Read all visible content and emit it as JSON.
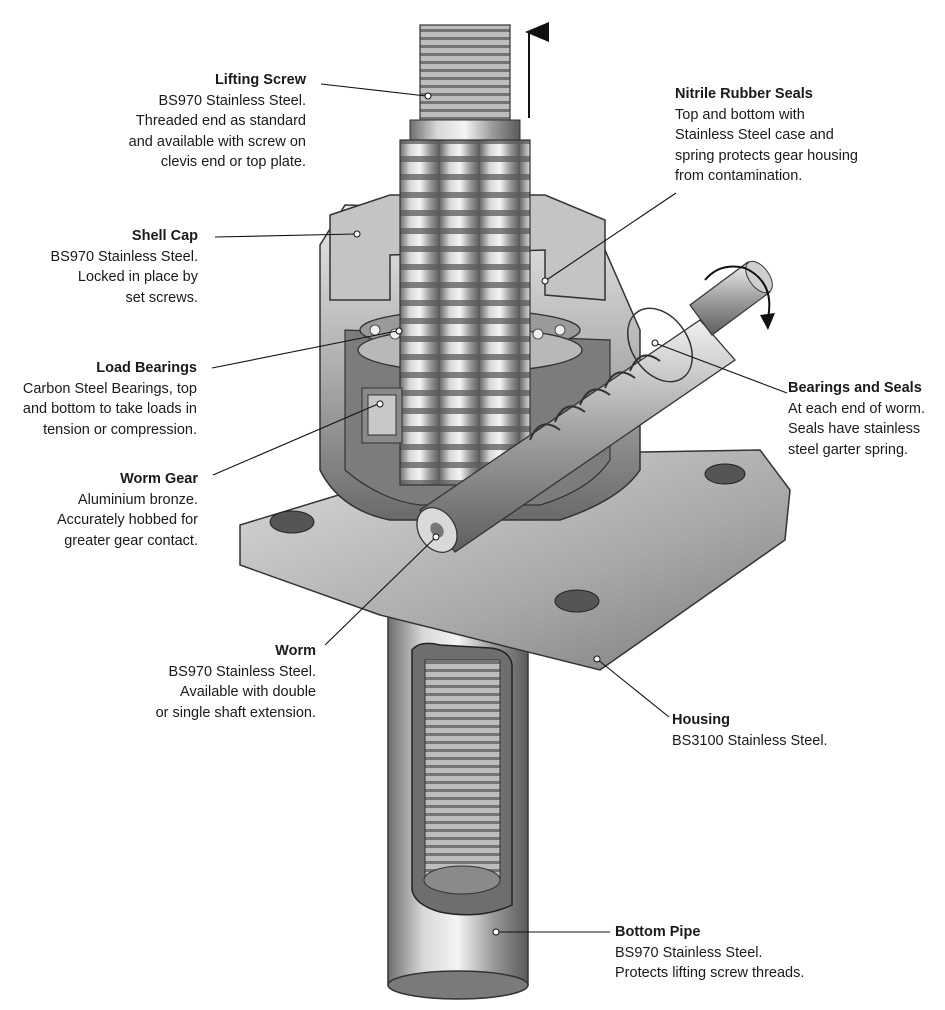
{
  "callouts": {
    "lifting_screw": {
      "title": "Lifting Screw",
      "desc": "BS970 Stainless Steel.\nThreaded end as standard\nand available with screw on\nclevis end or top plate."
    },
    "nitrile_seals": {
      "title": "Nitrile Rubber Seals",
      "desc": "Top and bottom with\nStainless Steel case and\nspring protects gear housing\nfrom contamination."
    },
    "shell_cap": {
      "title": "Shell Cap",
      "desc": "BS970 Stainless Steel.\nLocked in place by\nset screws."
    },
    "load_bearings": {
      "title": "Load Bearings",
      "desc": "Carbon Steel Bearings, top\nand bottom to take loads in\ntension or compression."
    },
    "bearings_seals": {
      "title": "Bearings and Seals",
      "desc": "At each end of worm.\nSeals have stainless\nsteel garter spring."
    },
    "worm_gear": {
      "title": "Worm Gear",
      "desc": "Aluminium bronze.\nAccurately hobbed for\ngreater gear contact."
    },
    "worm": {
      "title": "Worm",
      "desc": "BS970 Stainless Steel.\nAvailable with double\nor single shaft extension."
    },
    "housing": {
      "title": "Housing",
      "desc": "BS3100 Stainless Steel."
    },
    "bottom_pipe": {
      "title": "Bottom Pipe",
      "desc": "BS970 Stainless Steel.\nProtects lifting screw threads."
    }
  }
}
